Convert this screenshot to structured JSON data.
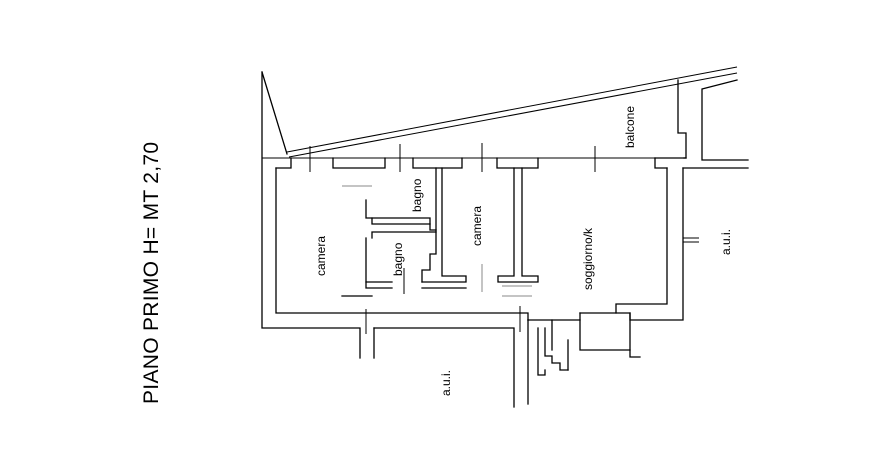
{
  "title": "PIANO PRIMO H= MT 2,70",
  "rooms": {
    "camera_left": "camera",
    "bagno_upper": "bagno",
    "bagno_lower": "bagno",
    "camera_right": "camera",
    "soggiorno": "soggiorno/k",
    "balcone": "balcone",
    "aui_right": "a.u.i.",
    "aui_bottom": "a.u.i."
  }
}
